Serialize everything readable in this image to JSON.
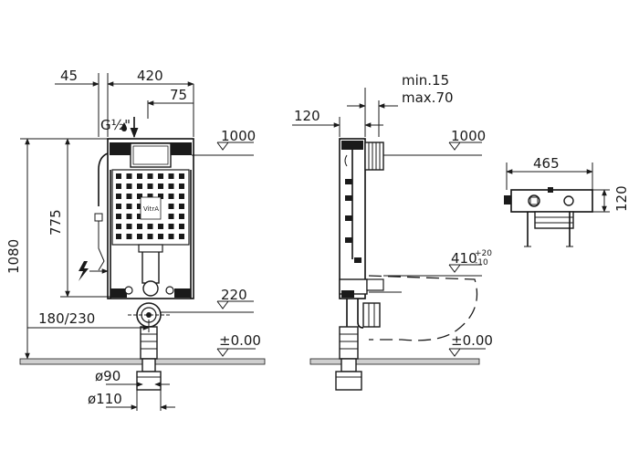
{
  "front_view": {
    "dim_top_left": "45",
    "dim_top_width": "420",
    "dim_top_right": "75",
    "connection_label": "G½\"",
    "dim_level_top": "1000",
    "dim_height_775": "775",
    "dim_height_1080": "1080",
    "dim_level_220": "220",
    "dim_pipe_offset": "180/230",
    "dim_level_zero": "±0.00",
    "dim_diameter_90": "ø90",
    "dim_diameter_110": "ø110",
    "brand_logo": "VitrA"
  },
  "side_view": {
    "dim_min": "min.15",
    "dim_max": "max.70",
    "dim_depth": "120",
    "dim_level_top": "1000",
    "dim_pan_height": "410",
    "dim_pan_tol_plus": "+20",
    "dim_pan_tol_minus": "-10",
    "dim_level_zero": "±0.00"
  },
  "top_view": {
    "dim_width": "465",
    "dim_depth": "120"
  }
}
